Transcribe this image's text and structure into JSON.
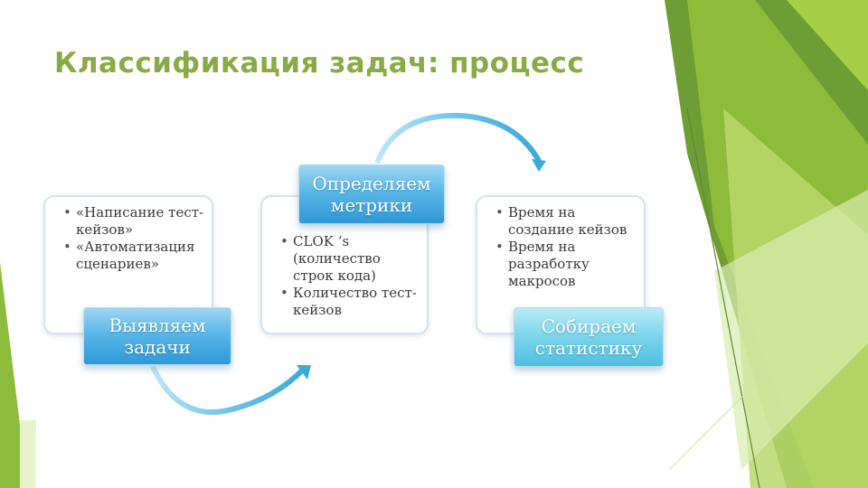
{
  "slide": {
    "title": "Классификация задач: процесс"
  },
  "steps": [
    {
      "label": "Выявляем задачи",
      "bullets": [
        "«Написание тест-кейзов»",
        "«Автоматизация сценариев»"
      ]
    },
    {
      "label": "Определяем метрики",
      "bullets": [
        "CLOK ‘s (количество строк кода)",
        "Количество тест-кейзов"
      ]
    },
    {
      "label": "Собираем статистику",
      "bullets": [
        "Время на создание кейзов",
        "Время на разработку макросов"
      ]
    }
  ],
  "colors": {
    "title": "#8aaa46",
    "green_dark": "#6c9a2e",
    "green_light": "#9bc83c",
    "arrow": "#3aaad8"
  }
}
